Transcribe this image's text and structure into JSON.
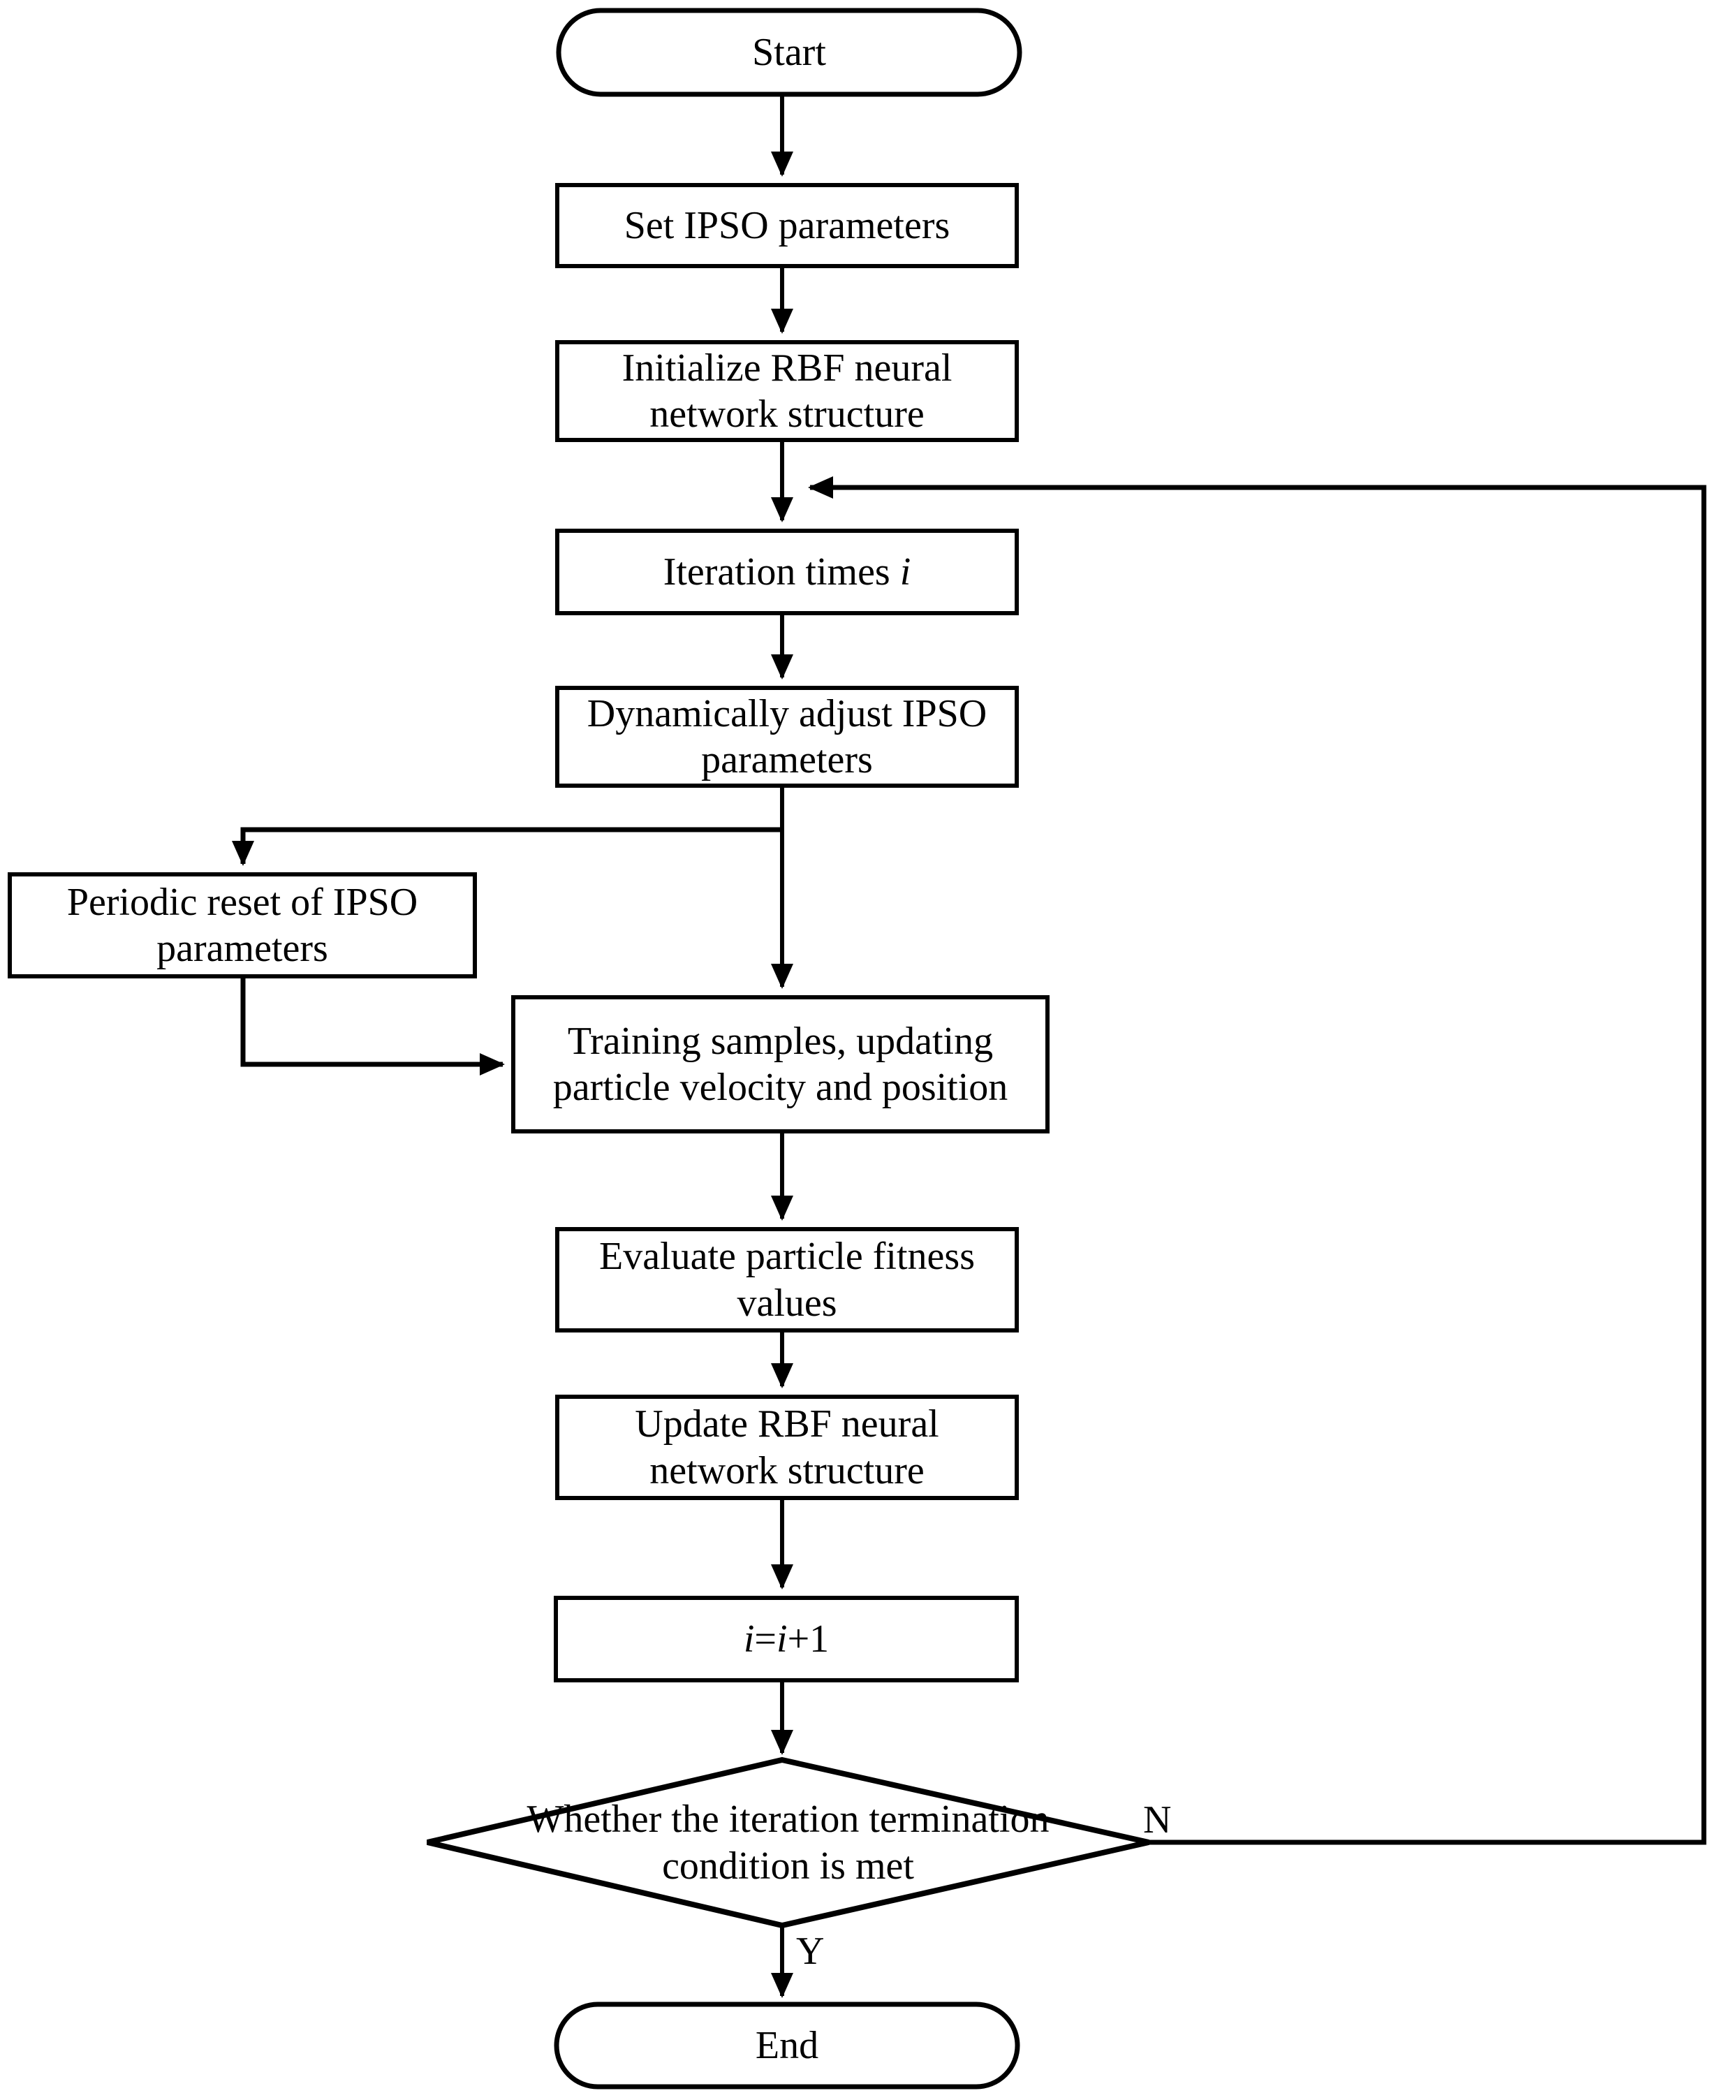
{
  "diagram": {
    "type": "flowchart",
    "title": "IPSO-optimized RBF neural network training flowchart",
    "orientation": "top-to-bottom",
    "stroke_color": "#000000",
    "fill_color": "#ffffff",
    "background_color": "#ffffff"
  },
  "nodes": {
    "start": {
      "label": "Start",
      "shape": "stadium"
    },
    "set_params": {
      "label": "Set IPSO parameters",
      "shape": "rectangle"
    },
    "init_rbf": {
      "label": "Initialize RBF neural\nnetwork structure",
      "shape": "rectangle"
    },
    "iteration_times": {
      "label": "Iteration times ",
      "label_italic": "i",
      "shape": "rectangle"
    },
    "dynamic_adjust": {
      "label": "Dynamically adjust IPSO\nparameters",
      "shape": "rectangle"
    },
    "periodic_reset": {
      "label": "Periodic reset of IPSO\nparameters",
      "shape": "rectangle"
    },
    "training": {
      "label": "Training samples, updating\nparticle velocity and position",
      "shape": "rectangle"
    },
    "evaluate": {
      "label": "Evaluate particle fitness\nvalues",
      "shape": "rectangle"
    },
    "update_rbf": {
      "label": "Update RBF neural\nnetwork structure",
      "shape": "rectangle"
    },
    "increment": {
      "label_italic_1": "i",
      "label_mid": "=",
      "label_italic_2": "i",
      "label_end": "+1",
      "shape": "rectangle"
    },
    "decision": {
      "label": "Whether the iteration termination\ncondition is met",
      "shape": "diamond"
    },
    "end": {
      "label": "End",
      "shape": "stadium"
    }
  },
  "edge_labels": {
    "no_branch": "N",
    "yes_branch": "Y"
  },
  "edges": [
    {
      "from": "start",
      "to": "set_params",
      "label": ""
    },
    {
      "from": "set_params",
      "to": "init_rbf",
      "label": ""
    },
    {
      "from": "init_rbf",
      "to": "iteration_times",
      "label": ""
    },
    {
      "from": "iteration_times",
      "to": "dynamic_adjust",
      "label": ""
    },
    {
      "from": "dynamic_adjust",
      "to": "periodic_reset",
      "label": ""
    },
    {
      "from": "dynamic_adjust",
      "to": "training",
      "label": ""
    },
    {
      "from": "periodic_reset",
      "to": "training",
      "label": ""
    },
    {
      "from": "training",
      "to": "evaluate",
      "label": ""
    },
    {
      "from": "evaluate",
      "to": "update_rbf",
      "label": ""
    },
    {
      "from": "update_rbf",
      "to": "increment",
      "label": ""
    },
    {
      "from": "increment",
      "to": "decision",
      "label": ""
    },
    {
      "from": "decision",
      "to": "end",
      "label": "Y"
    },
    {
      "from": "decision",
      "to": "iteration_times",
      "label": "N"
    }
  ]
}
